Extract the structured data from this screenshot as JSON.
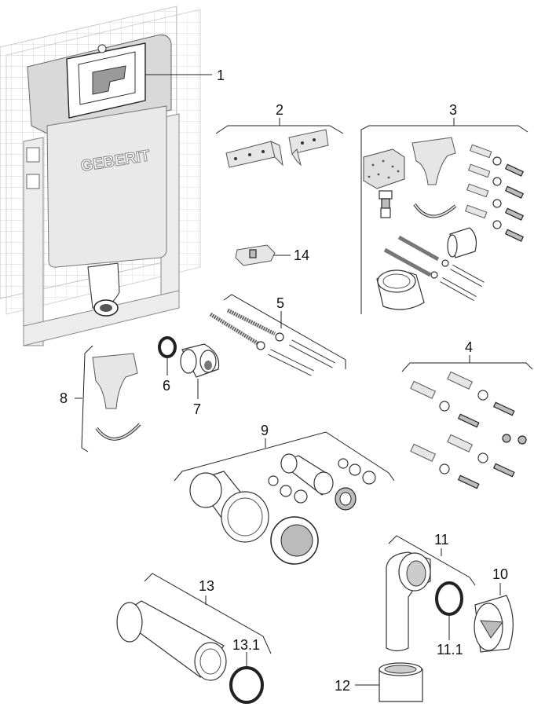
{
  "brand": "GEBERIT",
  "labels": {
    "l1": "1",
    "l2": "2",
    "l3": "3",
    "l4": "4",
    "l5": "5",
    "l6": "6",
    "l7": "7",
    "l8": "8",
    "l9": "9",
    "l10": "10",
    "l11": "11",
    "l11_1": "11.1",
    "l12": "12",
    "l13": "13",
    "l13_1": "13.1",
    "l14": "14"
  }
}
